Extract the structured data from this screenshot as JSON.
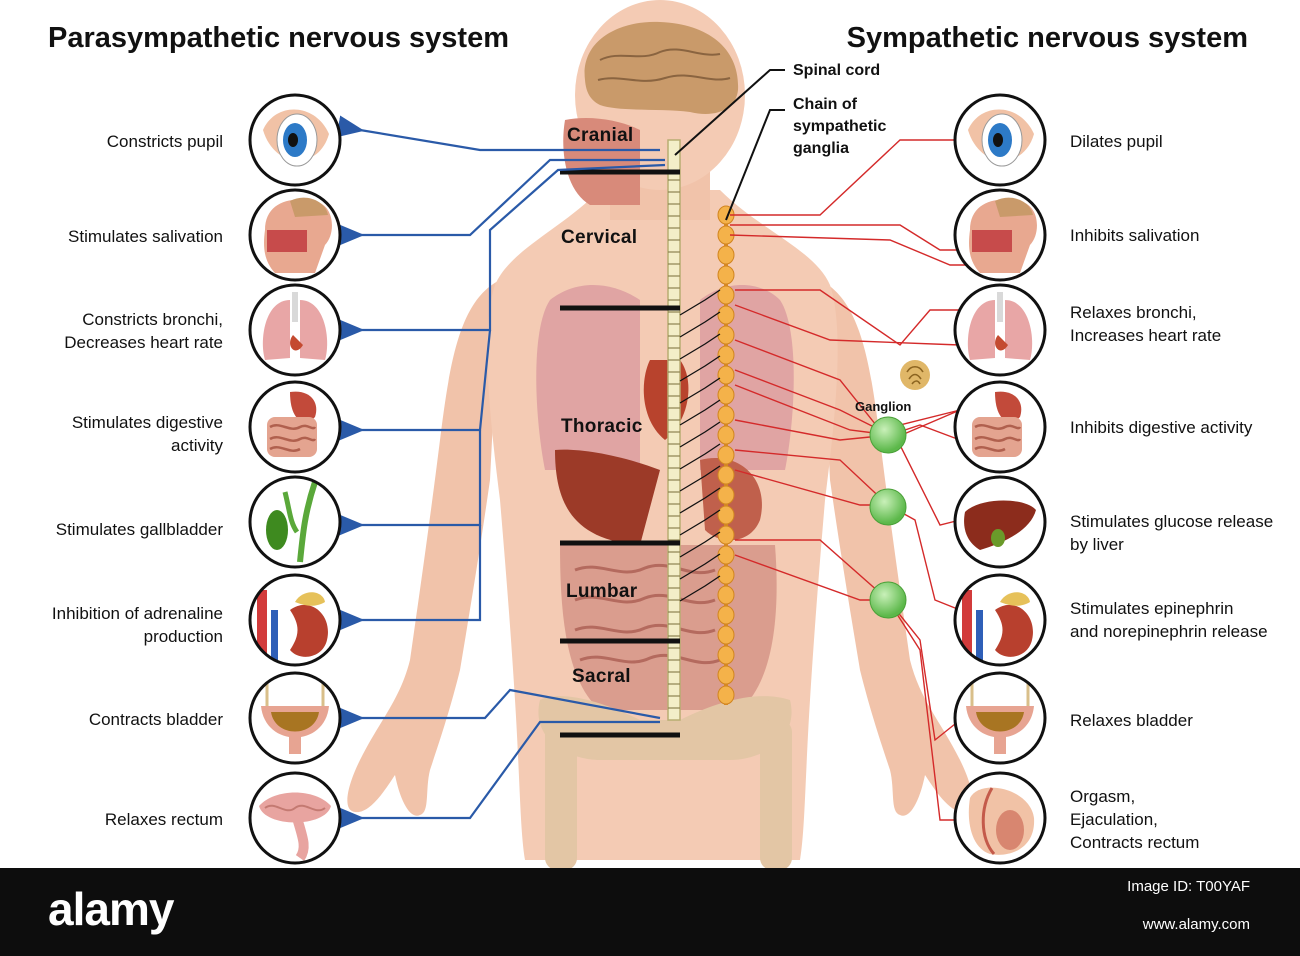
{
  "titles": {
    "left": "Parasympathetic nervous system",
    "right": "Sympathetic nervous system"
  },
  "left_labels": [
    "Constricts pupil",
    "Stimulates salivation",
    "Constricts bronchi,\nDecreases heart rate",
    "Stimulates digestive\nactivity",
    "Stimulates gallbladder",
    "Inhibition of adrenaline\nproduction",
    "Contracts bladder",
    "Relaxes rectum"
  ],
  "right_labels": [
    "Dilates pupil",
    "Inhibits salivation",
    "Relaxes bronchi,\nIncreases heart rate",
    "Inhibits digestive activity",
    "Stimulates glucose release\nby liver",
    "Stimulates epinephrin\nand norepinephrin release",
    "Relaxes bladder",
    "Orgasm,\nEjaculation,\nContracts rectum"
  ],
  "regions": {
    "cranial": "Cranial",
    "cervical": "Cervical",
    "thoracic": "Thoracic",
    "lumbar": "Lumbar",
    "sacral": "Sacral"
  },
  "annotations": {
    "spinal_cord": "Spinal cord",
    "chain": "Chain of\nsympathetic\nganglia",
    "ganglion": "Ganglion"
  },
  "footer": {
    "brand": "alamy",
    "image_id": "Image ID: T00YAF",
    "site": "www.alamy.com"
  },
  "colors": {
    "parasympathetic_line": "#2a5aa8",
    "sympathetic_line": "#d42a2a",
    "ganglion": "#7fcf6a",
    "sympathetic_chain": "#f2a93a",
    "skin": "#f3c8b0",
    "footer_bg": "#0d0d0d"
  },
  "icons": [
    "eye-icon",
    "head-section-icon",
    "lungs-icon",
    "digestive-tract-icon",
    "gallbladder-icon",
    "kidney-adrenal-icon",
    "bladder-icon",
    "rectum-icon",
    "genitals-icon",
    "liver-icon"
  ]
}
